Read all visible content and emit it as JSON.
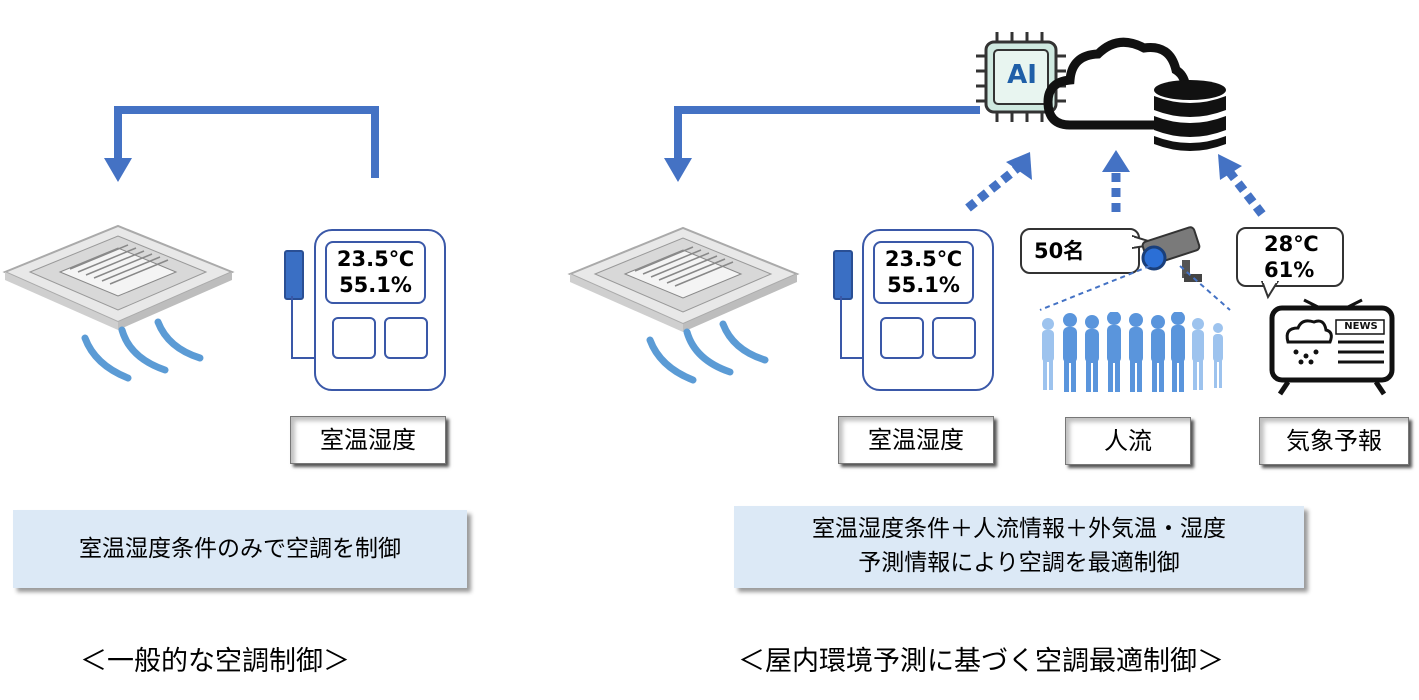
{
  "left": {
    "display": {
      "temp": "23.5℃",
      "humidity": "55.1%"
    },
    "label": "室温湿度",
    "description": "室温湿度条件のみで空調を制御",
    "caption": "＜一般的な空調制御＞"
  },
  "right": {
    "ai_chip_label": "AI",
    "display": {
      "temp": "23.5℃",
      "humidity": "55.1%"
    },
    "people_bubble": "50名",
    "weather_bubble": {
      "temp": "28℃",
      "humidity": "61%"
    },
    "news_icon_text": "NEWS",
    "labels": {
      "room": "室温湿度",
      "flow": "人流",
      "weather": "気象予報"
    },
    "description": {
      "line1": "室温湿度条件＋人流情報＋外気温・湿度",
      "line2": "予測情報により空調を最適制御"
    },
    "caption": "＜屋内環境予測に基づく空調最適制御＞"
  },
  "colors": {
    "arrow": "#4472c4",
    "desc_bg": "#dce9f6",
    "controller": "#3a58a8",
    "airflow": "#5b9bd5"
  }
}
